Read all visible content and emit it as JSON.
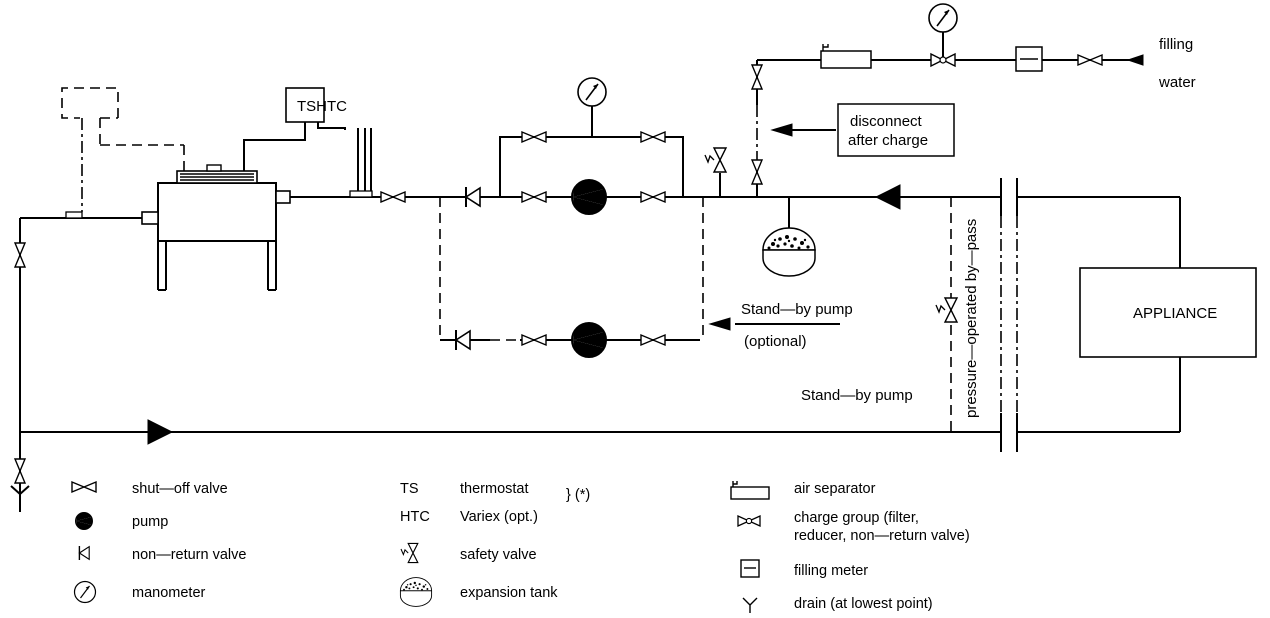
{
  "labels": {
    "tshtc": "TSHTC",
    "filling": "filling",
    "water": "water",
    "disconnect_line1": "disconnect",
    "disconnect_line2": "after charge",
    "appliance": "APPLIANCE",
    "standby_pump_optional": "Stand—by pump",
    "optional": "(optional)",
    "standby_pump": "Stand—by pump",
    "bypass": "pressure—operated by—pass"
  },
  "legend": {
    "shutoff_valve": "shut—off valve",
    "pump": "pump",
    "non_return_valve": "non—return valve",
    "manometer": "manometer",
    "ts_abbr": "TS",
    "thermostat": "thermostat",
    "note": "} (*)",
    "htc_abbr": "HTC",
    "variex": "Variex (opt.)",
    "safety_valve": "safety valve",
    "expansion_tank": "expansion tank",
    "air_separator": "air separator",
    "charge_group_line1": "charge group (filter,",
    "charge_group_line2": "reducer, non—return valve)",
    "filling_meter": "filling meter",
    "drain": "drain (at lowest point)"
  },
  "icons": {
    "shutoff_valve": "bowtie-valve-icon",
    "pump": "pump-icon",
    "non_return_valve": "check-valve-icon",
    "manometer": "gauge-icon",
    "safety_valve": "safety-valve-icon",
    "expansion_tank": "expansion-tank-icon",
    "air_separator": "air-separator-icon",
    "charge_group": "charge-group-icon",
    "filling_meter": "filling-meter-icon",
    "drain": "drain-icon"
  }
}
